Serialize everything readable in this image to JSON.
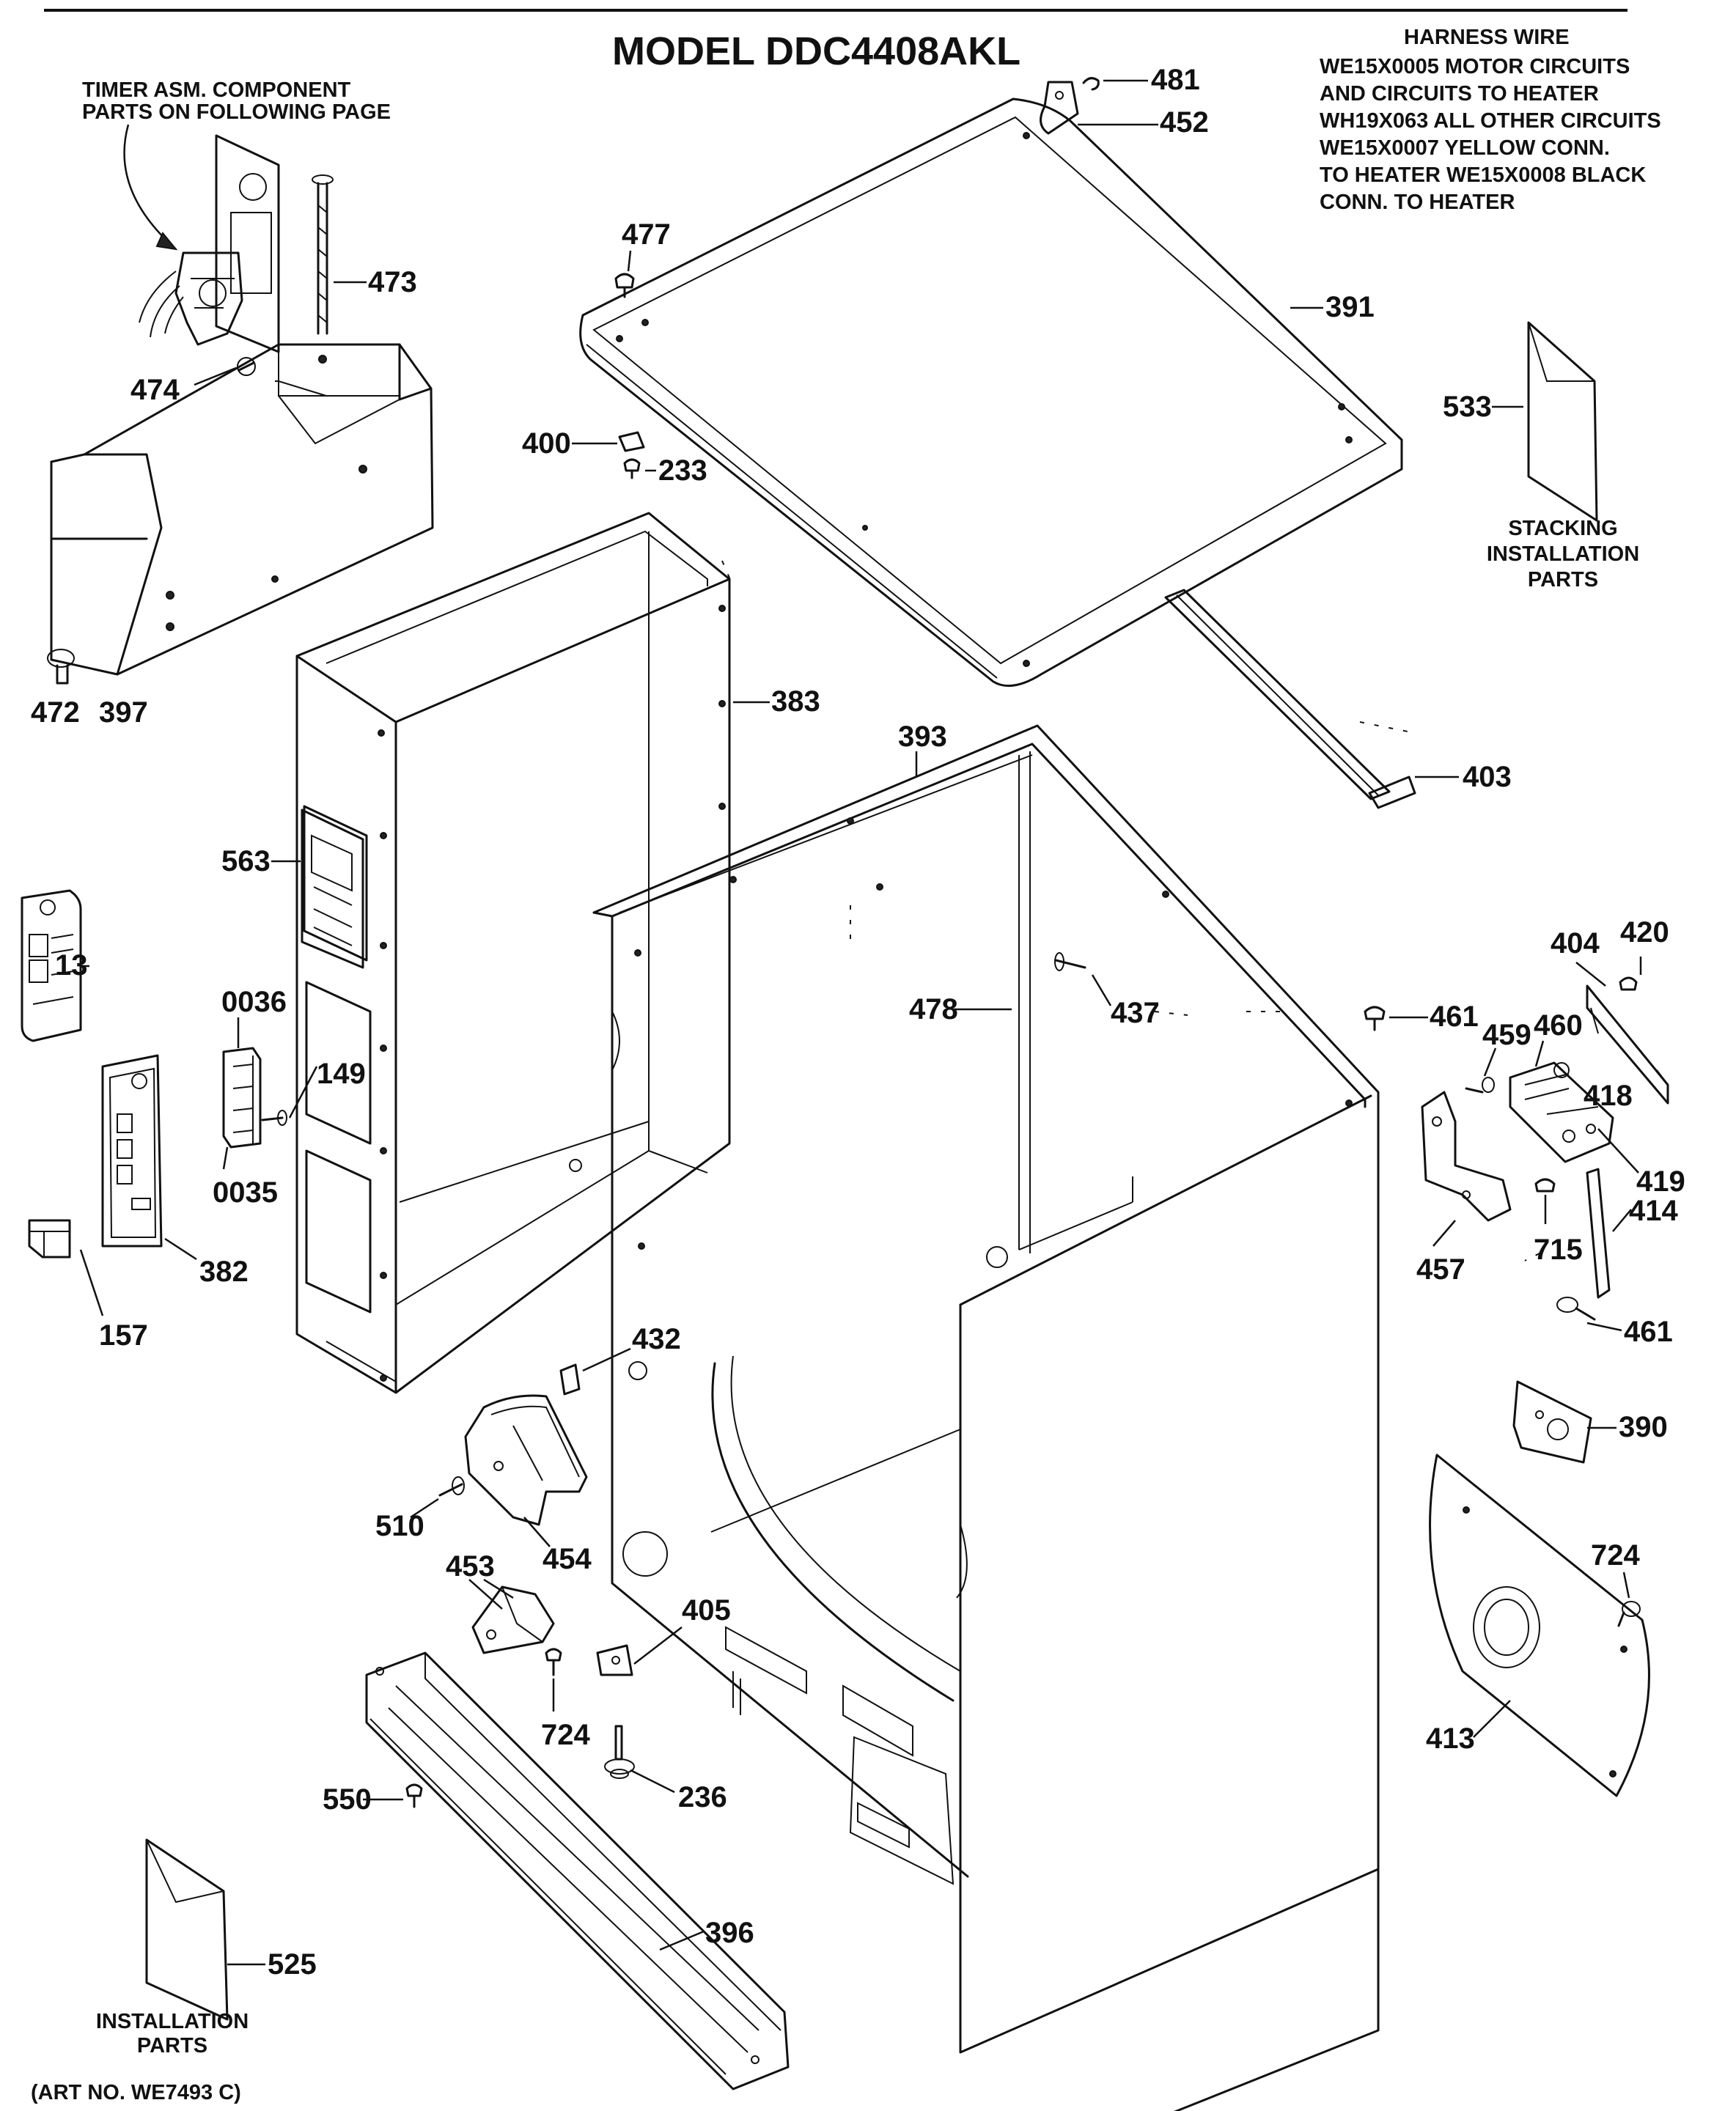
{
  "title": "MODEL DDC4408AKL",
  "notes": {
    "timer": [
      "TIMER ASM. COMPONENT",
      "PARTS ON FOLLOWING PAGE"
    ],
    "harness": [
      "HARNESS WIRE",
      "WE15X0005 MOTOR CIRCUITS",
      "AND CIRCUITS TO HEATER",
      "WH19X063 ALL OTHER CIRCUITS",
      "WE15X0007 YELLOW CONN.",
      "TO HEATER   WE15X0008 BLACK",
      "CONN. TO HEATER"
    ],
    "stacking": [
      "STACKING",
      "INSTALLATION",
      "PARTS"
    ],
    "installation": [
      "INSTALLATION",
      "PARTS"
    ],
    "art_no": "(ART NO. WE7493 C)"
  },
  "parts": {
    "p481": "481",
    "p452": "452",
    "p477": "477",
    "p391": "391",
    "p473": "473",
    "p474": "474",
    "p400": "400",
    "p233": "233",
    "p533": "533",
    "p472": "472",
    "p397": "397",
    "p383": "383",
    "p393": "393",
    "p403": "403",
    "p563": "563",
    "p13": "13",
    "p0036": "0036",
    "p149": "149",
    "p0035": "0035",
    "p478": "478",
    "p437": "437",
    "p404": "404",
    "p420": "420",
    "p461a": "461",
    "p459": "459",
    "p460": "460",
    "p418": "418",
    "p419": "419",
    "p414": "414",
    "p715": "715",
    "p457": "457",
    "p461b": "461",
    "p382": "382",
    "p157": "157",
    "p432": "432",
    "p390": "390",
    "p510": "510",
    "p454": "454",
    "p453": "453",
    "p405": "405",
    "p724a": "724",
    "p724b": "724",
    "p236": "236",
    "p413": "413",
    "p550": "550",
    "p396": "396",
    "p525": "525"
  }
}
